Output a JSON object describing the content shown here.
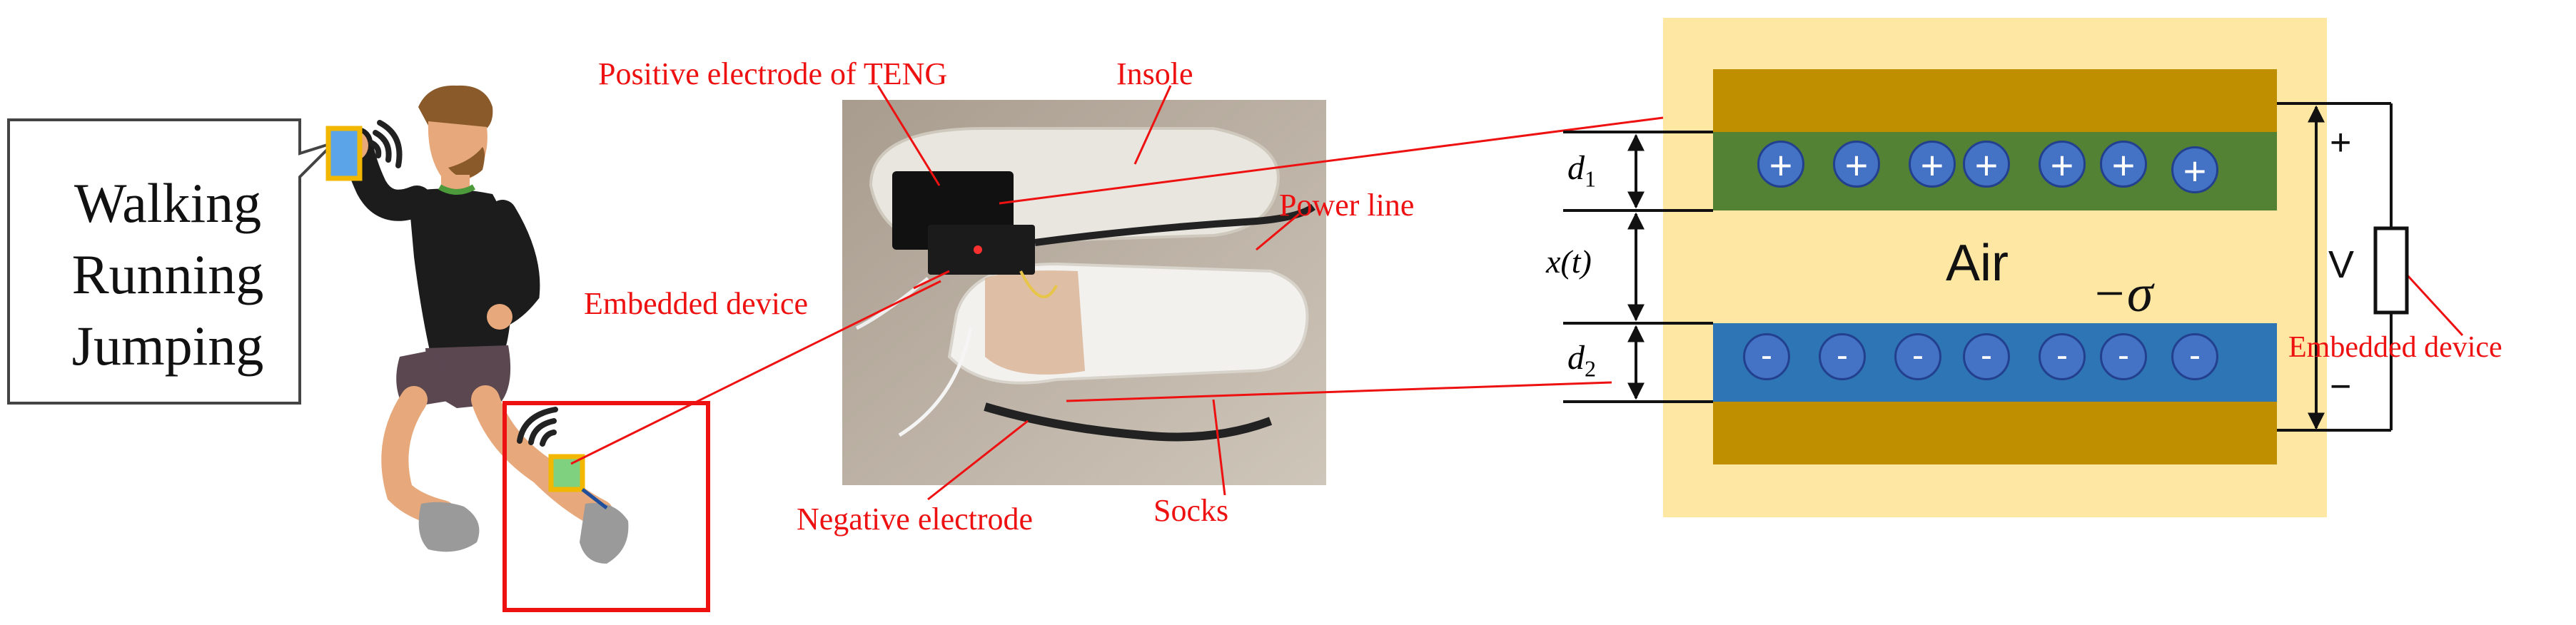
{
  "speech_bubble": {
    "lines": [
      "Walking",
      "Running",
      "Jumping"
    ]
  },
  "photo_labels": {
    "positive_electrode": "Positive electrode of TENG",
    "insole": "Insole",
    "power_line": "Power line",
    "embedded_device": "Embedded device",
    "negative_electrode": "Negative electrode",
    "socks": "Socks"
  },
  "schematic": {
    "air_label": "Air",
    "sigma_label": "−σ",
    "d1_label": "d",
    "d1_sub": "1",
    "d2_label": "d",
    "d2_sub": "2",
    "xt_label": "x(t)",
    "voltage_label": "V",
    "plus_terminal": "+",
    "minus_terminal": "−",
    "positive_charge": "+",
    "negative_charge": "-",
    "embedded_device_label": "Embedded device"
  },
  "colors": {
    "label_red": "#ee1111",
    "schematic_bg": "#fde7a3",
    "electrode_gold": "#bf8f00",
    "positive_layer": "#548235",
    "negative_layer": "#2e75b6",
    "charge_blue": "#4472c4"
  }
}
